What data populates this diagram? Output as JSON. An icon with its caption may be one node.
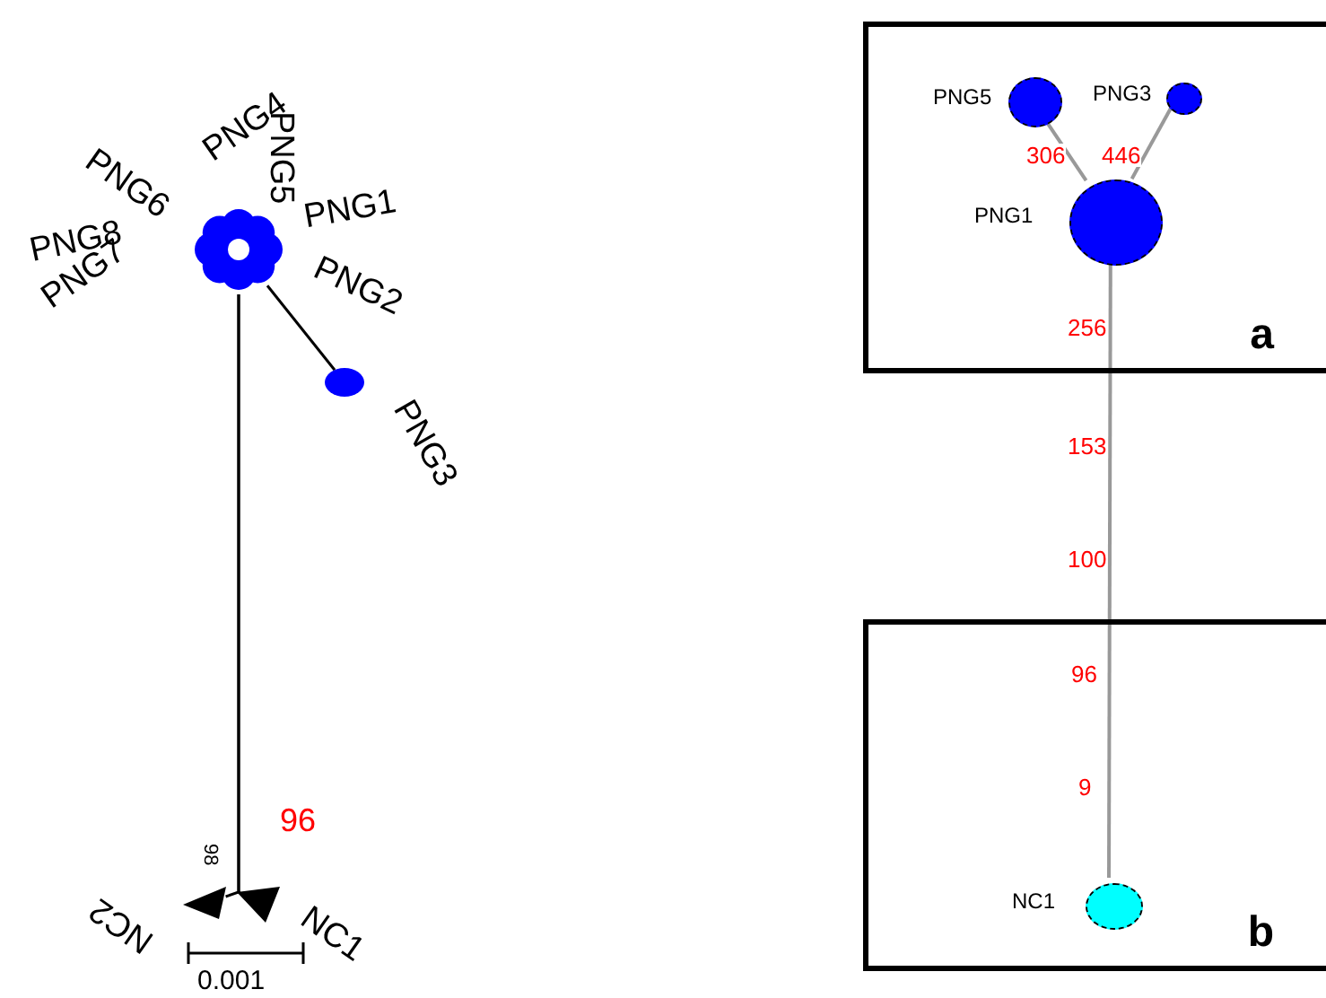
{
  "diagram": {
    "nodes": [
      {
        "text": [],
        "shape": "circle",
        "beside": [
          "PNG6",
          "PNG4",
          "PNG5",
          "PNG1",
          "PNG8",
          "PNG2",
          "PNG7"
        ]
      },
      {
        "text": [],
        "shape": "circle",
        "beside": [
          "PNG3"
        ]
      },
      {
        "text": [],
        "shape": "triangle",
        "beside": [
          "NC2"
        ]
      },
      {
        "text": [],
        "shape": "triangle",
        "beside": [
          "NC1"
        ]
      },
      {
        "text": [
          "a"
        ]
      },
      {
        "text": [],
        "shape": "circle",
        "beside": [
          "PNG5"
        ],
        "in": 4
      },
      {
        "text": [],
        "shape": "circle",
        "beside": [
          "PNG3"
        ],
        "in": 4
      },
      {
        "text": [],
        "shape": "circle",
        "beside": [
          "PNG1"
        ],
        "in": 4
      },
      {
        "text": [
          "b"
        ]
      },
      {
        "text": [],
        "shape": "circle",
        "beside": [
          "NC1"
        ],
        "in": 8
      }
    ],
    "edges": [
      {
        "from": 0,
        "to": 1,
        "arrow": "none"
      },
      {
        "from": 0,
        "to": 2,
        "arrow": "none"
      },
      {
        "from": 0,
        "to": 3,
        "arrow": "none"
      },
      {
        "from": 7,
        "to": 5,
        "arrow": "none",
        "label": "306",
        "color": "#999999"
      },
      {
        "from": 7,
        "to": 6,
        "arrow": "none",
        "label": "446",
        "color": "#999999"
      },
      {
        "from": 7,
        "to": 9,
        "arrow": "none",
        "label": "256",
        "color": "#999999"
      }
    ],
    "labels": [
      "96",
      "98",
      "0.001",
      "153",
      "100",
      "96",
      "9"
    ]
  }
}
